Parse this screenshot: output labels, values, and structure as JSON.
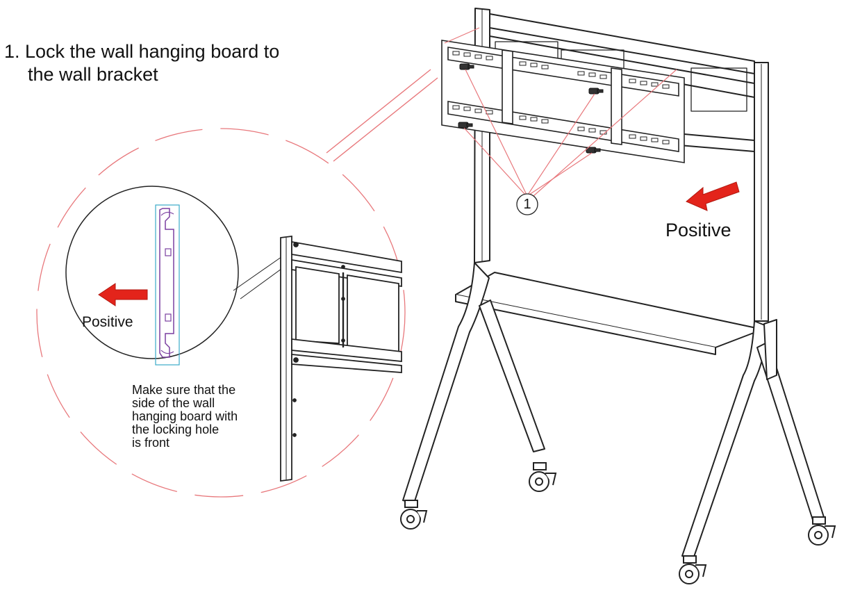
{
  "instruction": {
    "line1": "1. Lock the wall hanging board to",
    "line2": "the wall bracket"
  },
  "labels": {
    "positive_main": "Positive",
    "positive_detail": "Positive",
    "callout_number": "1"
  },
  "note": {
    "lines": [
      "Make sure that the",
      "side of the wall",
      "hanging board with",
      "the locking hole",
      "is front"
    ]
  },
  "colors": {
    "arrow": "#e3241b",
    "guide_lines": "#e8787c",
    "bracket_outline": "#7a3fa0",
    "bracket_edge": "#3aa9c9",
    "line_art": "#222222"
  }
}
